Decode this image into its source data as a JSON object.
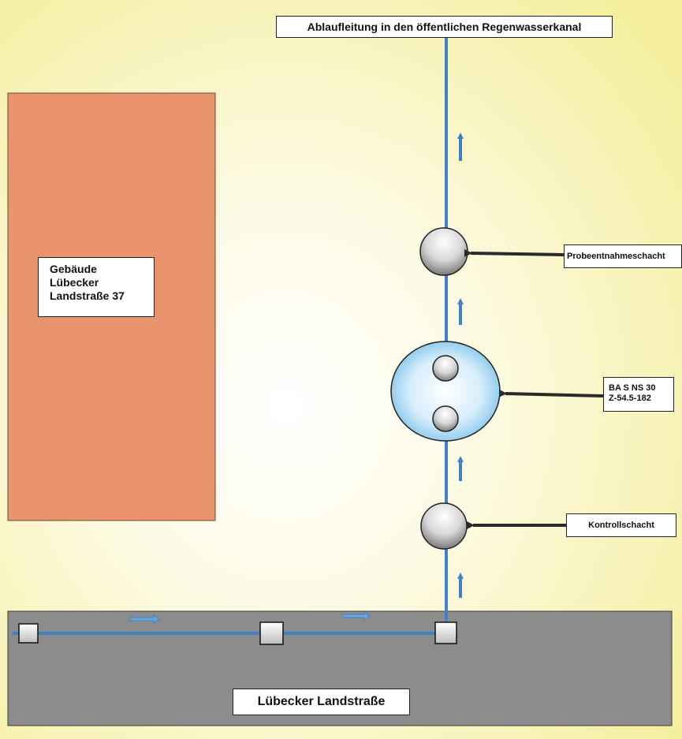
{
  "labels": {
    "outfall": "Ablaufleitung in den öffentlichen Regenwasserkanal",
    "building": [
      "Gebäude",
      "Lübecker",
      "Landstraße 37"
    ],
    "sampling_shaft": "Probeentnahmeschacht",
    "separator": [
      "BA S NS 30",
      "Z-54.5-182"
    ],
    "control_shaft": "Kontrollschacht",
    "street": "Lübecker Landstraße"
  },
  "colors": {
    "background_edge": "#f4ee9a",
    "background_center": "#ffffff",
    "building": "#e9946c",
    "street": "#8c8c8c",
    "pipe": "#3f82c6",
    "arrow": "#2a2a2a"
  }
}
